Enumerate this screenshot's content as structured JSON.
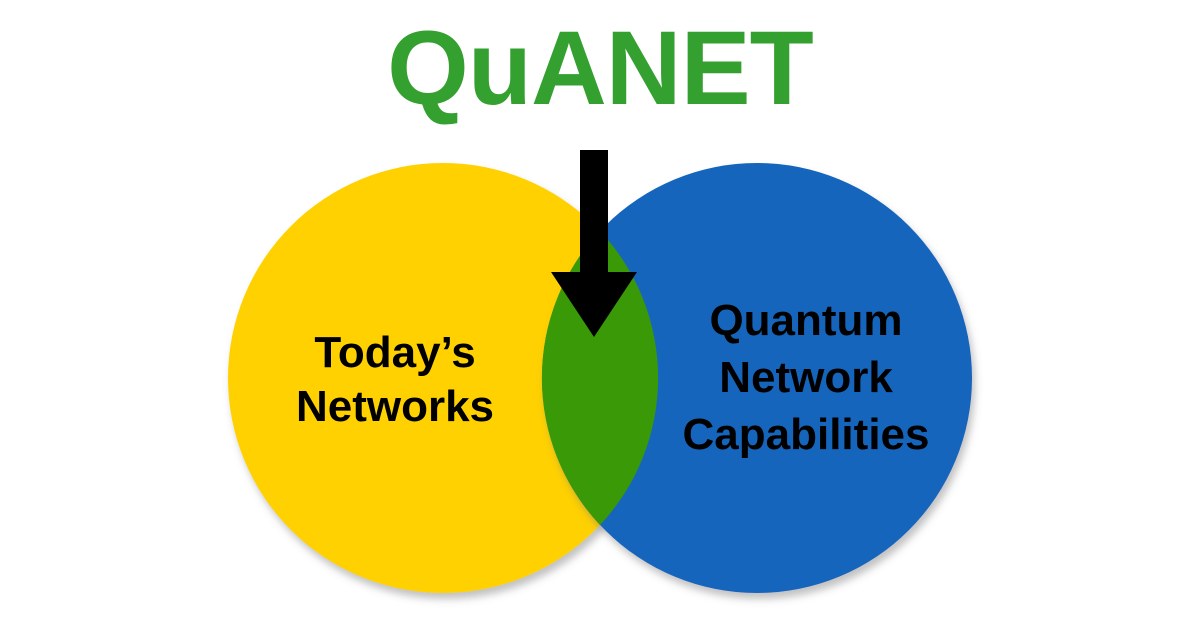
{
  "title": {
    "text": "QuANET"
  },
  "venn": {
    "left": {
      "lines": [
        "Today’s",
        "Networks"
      ]
    },
    "right": {
      "lines": [
        "Quantum",
        "Network",
        "Capabilities"
      ]
    }
  },
  "colors": {
    "title_green": "#34A02F",
    "left_circle_yellow": "#FFD100",
    "right_circle_blue": "#1265BD",
    "intersection_green": "#3A9906",
    "arrow_black": "#000000",
    "label_text": "#000000"
  }
}
